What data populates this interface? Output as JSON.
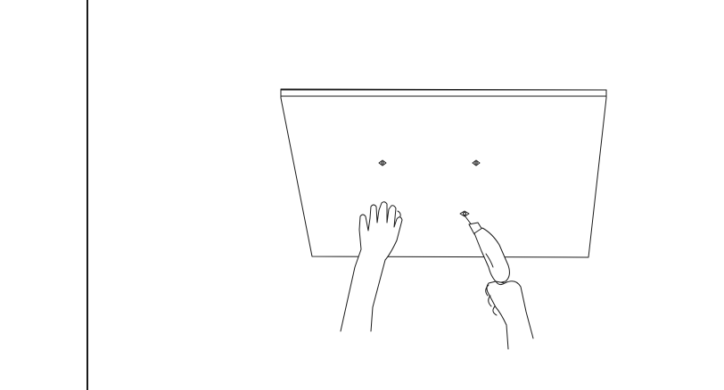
{
  "figure": {
    "colors": {
      "line": "#1a1a1a",
      "background": "#ffffff"
    },
    "elements": [
      "panel",
      "mounting-hole-left",
      "mounting-hole-right",
      "screw-hole",
      "left-hand",
      "right-hand",
      "screwdriver"
    ]
  }
}
